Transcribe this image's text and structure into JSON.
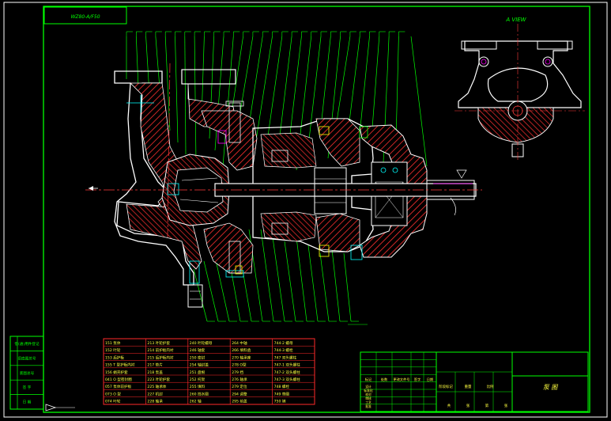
{
  "drawing": {
    "title_tag": "WZ80-A/F50",
    "view_label": "A  VIEW",
    "part_name": "泵  图"
  },
  "parts_table": {
    "columns": [
      [
        "151 泵体",
        "152 叶轮",
        "153 后护板",
        "155 T 型护板内衬",
        "156 蜗壳护套",
        "041 O 型密封圈",
        "057 泵体前护板",
        "073 O 型",
        "074 叶轮"
      ],
      [
        "213 叶轮护套",
        "214 前护板内衬",
        "215 后护板内衬",
        "217 垫片",
        "218 泵盖",
        "223 叶轮护套",
        "225 轴承体",
        "227 机封",
        "228 轴承"
      ],
      [
        "240 叶轮螺母",
        "246 轴套",
        "250 密封",
        "254 轴封盖",
        "251 盘根",
        "252 托架",
        "255 填料",
        "260 挡水圈",
        "262 轴"
      ],
      [
        "264 中轴",
        "266 填料函",
        "270 轴承座",
        "278 O型",
        "279 挡",
        "276 轴承",
        "279 定位",
        "294 调整",
        "295 前盖"
      ],
      [
        "744-2 螺母",
        "744-3 螺栓",
        "747 双头螺柱",
        "747-1 双头螺柱",
        "747-2 双头螺柱",
        "747-3 双头螺柱",
        "748 螺栓",
        "749 垫圈",
        "750 销"
      ]
    ]
  },
  "left_stamp": {
    "rows": [
      "借(通)用件登记",
      "旧底图总号",
      "底图总号",
      "签  字",
      "日  期"
    ]
  },
  "title_block": {
    "header_cells": [
      "标记",
      "处数",
      "更改文件号",
      "签字",
      "日期"
    ],
    "role_cells": [
      "设计",
      "标准化",
      "校对",
      "审核",
      "工艺",
      "批准"
    ],
    "stage_cells": [
      "阶段标记",
      "重量",
      "比例"
    ],
    "sheet_cells": [
      "共",
      "张",
      "第",
      "张"
    ]
  },
  "colors": {
    "border": "#ffffff",
    "frame": "#00ff00",
    "leader": "#00ff00",
    "hatch": "#ff0000",
    "body": "#ffffff",
    "centerline": "#ff3b3b",
    "accent_cyan": "#00ffff",
    "accent_yellow": "#ffff00",
    "accent_magenta": "#ff00ff",
    "table_red": "#ff2a2a",
    "table_text": "#ffff40"
  },
  "icons": {
    "arrow": "arrow-icon",
    "section_mark": "section-mark-icon"
  }
}
